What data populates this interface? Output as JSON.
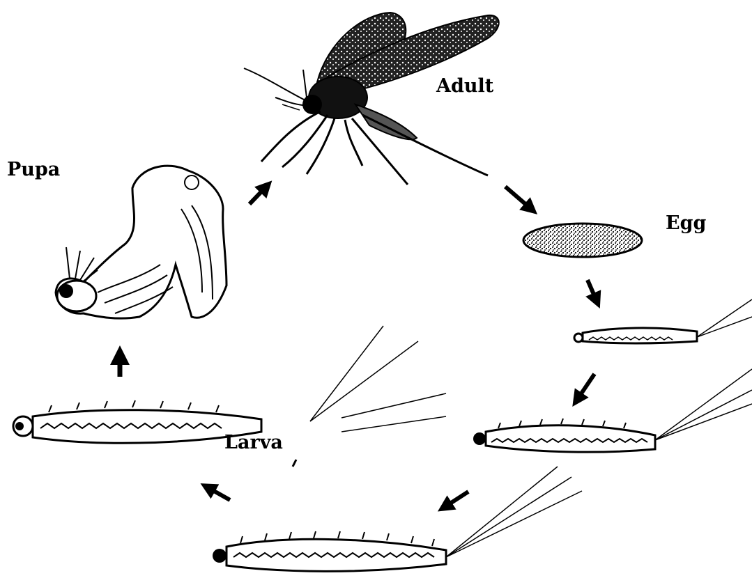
{
  "labels": {
    "adult": "Adult",
    "pupa": "Pupa",
    "egg": "Egg",
    "larva": "Larva"
  },
  "colors": {
    "ink": "#000000",
    "paper": "#ffffff",
    "wing_fill": "#1a1a1a",
    "egg_fill": "#444444"
  },
  "stages": [
    "Adult",
    "Egg",
    "Larva",
    "Pupa"
  ]
}
